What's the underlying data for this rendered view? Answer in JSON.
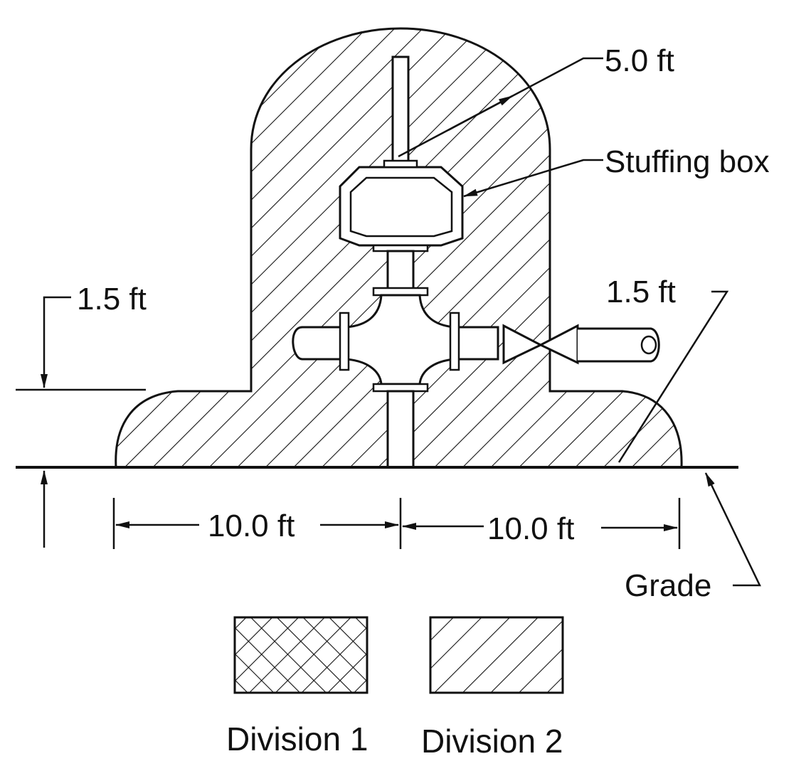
{
  "diagram": {
    "labels": {
      "radius_above": "5.0 ft",
      "stuffing_box": "Stuffing box",
      "height_left": "1.5 ft",
      "height_right": "1.5 ft",
      "dist_left": "10.0 ft",
      "dist_right": "10.0 ft",
      "grade": "Grade"
    },
    "legend": [
      {
        "label": "Division 1",
        "pattern": "crosshatch"
      },
      {
        "label": "Division 2",
        "pattern": "diagonal"
      }
    ],
    "colors": {
      "ink": "#111111",
      "background": "#ffffff"
    }
  }
}
